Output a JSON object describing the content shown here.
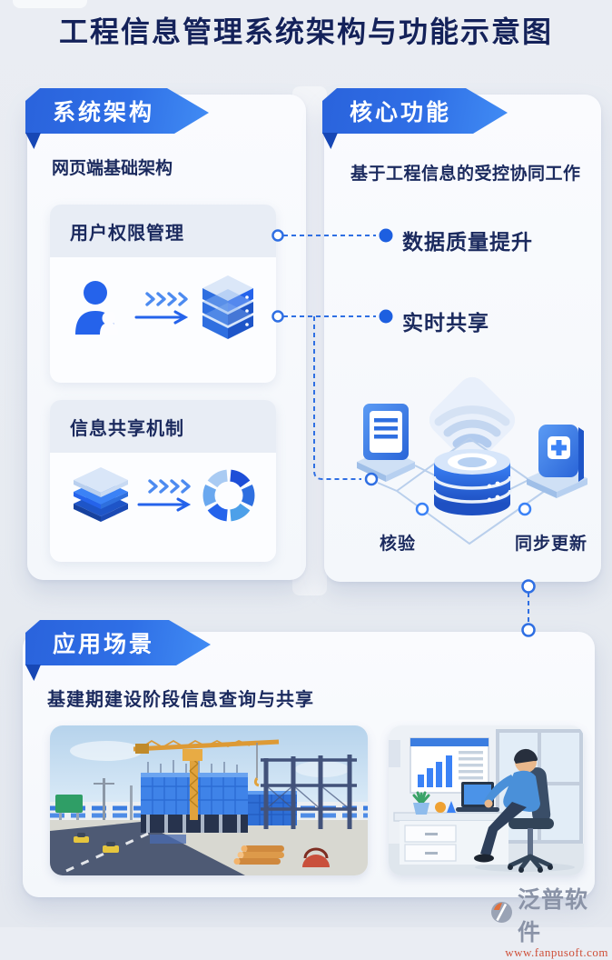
{
  "title": "工程信息管理系统架构与功能示意图",
  "sections": {
    "architecture": {
      "ribbon": "系统架构",
      "subtitle": "网页端基础架构",
      "cards": [
        {
          "title": "用户权限管理",
          "icons": [
            "user-icon",
            "transfer-arrow-icon",
            "database-stack-icon"
          ]
        },
        {
          "title": "信息共享机制",
          "icons": [
            "layers-icon",
            "transfer-arrow-icon",
            "donut-chart-icon"
          ]
        }
      ]
    },
    "functions": {
      "ribbon": "核心功能",
      "subtitle": "基于工程信息的受控协同工作",
      "bullets": [
        "数据质量提升",
        "实时共享"
      ],
      "labels": {
        "verify": "核验",
        "sync": "同步更新"
      },
      "illustration_icons": [
        "wifi-signal-icon",
        "database-3d-icon",
        "document-icon",
        "add-document-icon"
      ]
    },
    "scenarios": {
      "ribbon": "应用场景",
      "subtitle": "基建期建设阶段信息查询与共享",
      "images": [
        "construction-site-illustration",
        "office-workstation-illustration"
      ]
    }
  },
  "footer": {
    "brand": "泛普软件",
    "url": "www.fanpusoft.com"
  },
  "colors": {
    "accent": "#2f6fe3",
    "ribbon_dark": "#1747b5",
    "navy": "#14225a",
    "url_red": "#cf4f38"
  }
}
